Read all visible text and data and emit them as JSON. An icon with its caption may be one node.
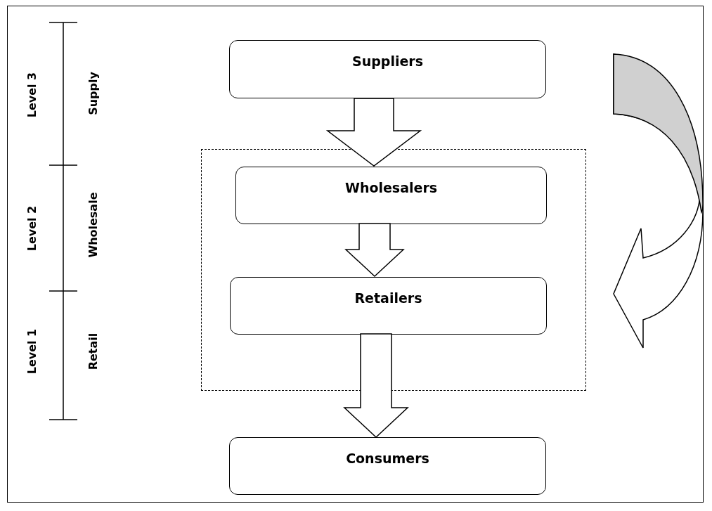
{
  "diagram": {
    "nodes": [
      {
        "text": [
          "Suppliers"
        ]
      },
      {
        "text": [],
        "shape": "box"
      },
      {
        "text": [
          "Wholesalers"
        ],
        "in": 1
      },
      {
        "text": [
          "Retailers"
        ],
        "in": 1
      },
      {
        "text": [
          "Consumers"
        ]
      }
    ],
    "edges": [
      {
        "from": 0,
        "to": 2,
        "arrow": "to",
        "style": "thick"
      },
      {
        "from": 2,
        "to": 3,
        "arrow": "to",
        "style": "thick"
      },
      {
        "from": 3,
        "to": 4,
        "arrow": "to",
        "style": "thick"
      }
    ],
    "labels": [
      "Level 3",
      "Supply",
      "Level 2",
      "Wholesale",
      "Level 1",
      "Retail"
    ]
  }
}
